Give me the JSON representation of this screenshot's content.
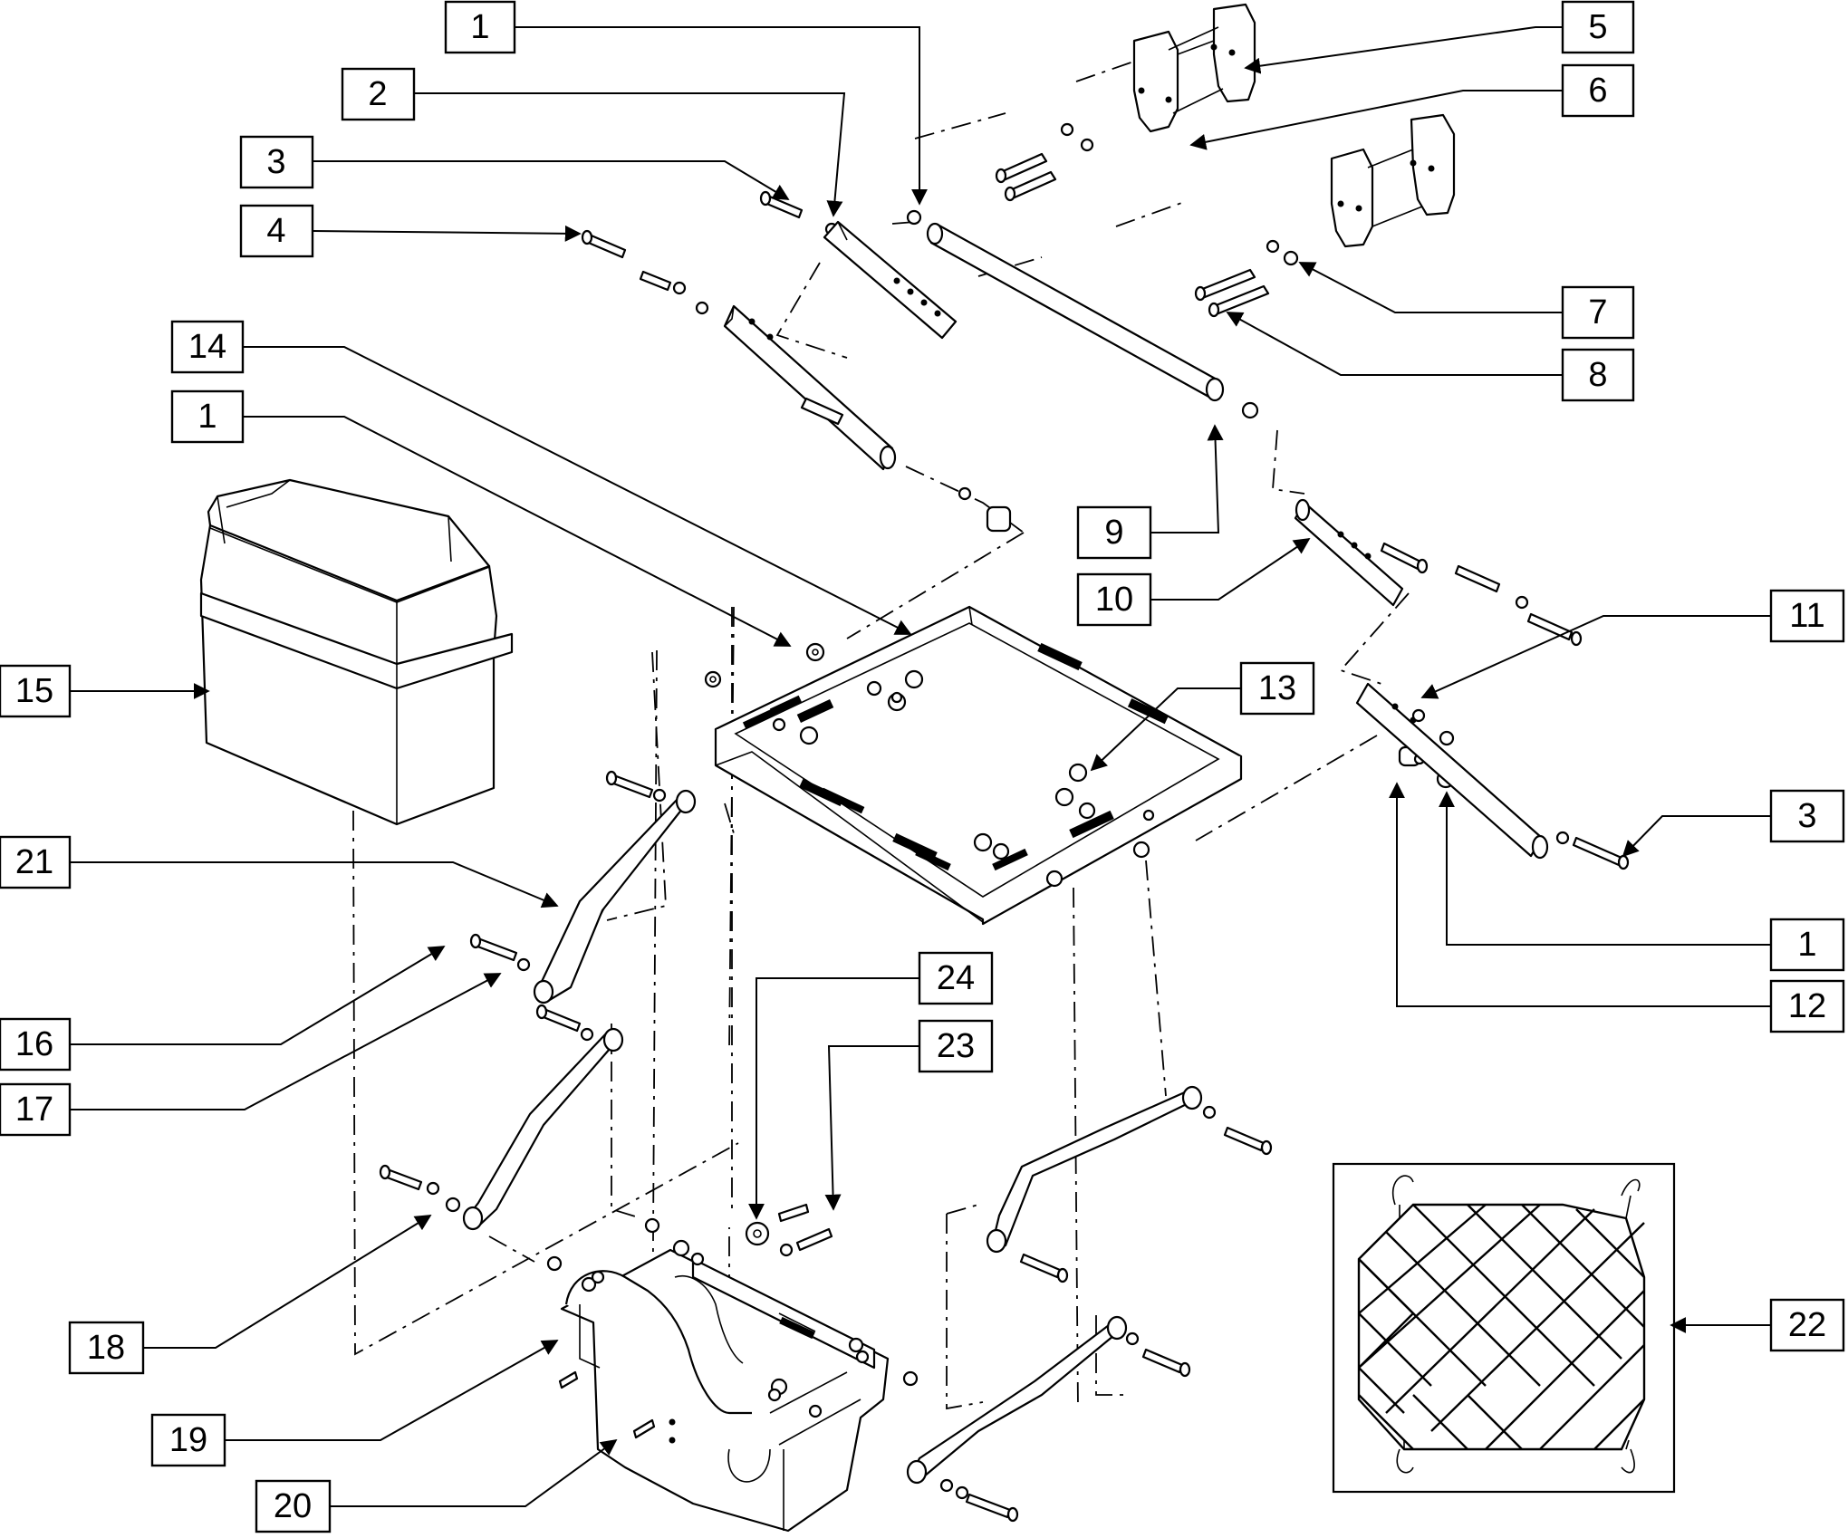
{
  "diagram": {
    "callouts": [
      {
        "id": "c1a",
        "label": "1"
      },
      {
        "id": "c2",
        "label": "2"
      },
      {
        "id": "c3a",
        "label": "3"
      },
      {
        "id": "c4",
        "label": "4"
      },
      {
        "id": "c5",
        "label": "5"
      },
      {
        "id": "c6",
        "label": "6"
      },
      {
        "id": "c7",
        "label": "7"
      },
      {
        "id": "c8",
        "label": "8"
      },
      {
        "id": "c9",
        "label": "9"
      },
      {
        "id": "c10",
        "label": "10"
      },
      {
        "id": "c11",
        "label": "11"
      },
      {
        "id": "c12",
        "label": "12"
      },
      {
        "id": "c13",
        "label": "13"
      },
      {
        "id": "c14",
        "label": "14"
      },
      {
        "id": "c1b",
        "label": "1"
      },
      {
        "id": "c15",
        "label": "15"
      },
      {
        "id": "c3b",
        "label": "3"
      },
      {
        "id": "c1c",
        "label": "1"
      },
      {
        "id": "c16",
        "label": "16"
      },
      {
        "id": "c17",
        "label": "17"
      },
      {
        "id": "c18",
        "label": "18"
      },
      {
        "id": "c19",
        "label": "19"
      },
      {
        "id": "c20",
        "label": "20"
      },
      {
        "id": "c21",
        "label": "21"
      },
      {
        "id": "c22",
        "label": "22"
      },
      {
        "id": "c23",
        "label": "23"
      },
      {
        "id": "c24",
        "label": "24"
      }
    ]
  }
}
